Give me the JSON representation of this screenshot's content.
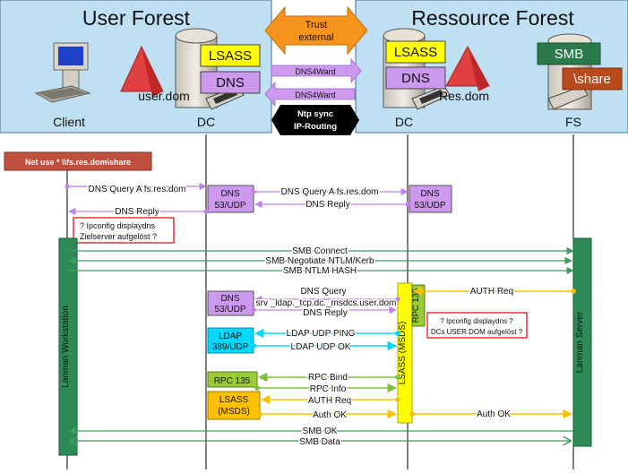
{
  "forests": {
    "user_forest_title": "User Forest",
    "resource_forest_title": "Ressource Forest",
    "user_domain": "user.dom",
    "resource_domain": "Res.dom"
  },
  "trust": {
    "line1": "Trust",
    "line2": "external"
  },
  "links": {
    "dns4ward_right": "DNS4Ward",
    "dns4ward_left": "DNS4Ward",
    "ntp_line1": "Ntp sync",
    "ntp_line2": "IP-Routing"
  },
  "servers": {
    "lsass_user": "LSASS",
    "dns_user": "DNS",
    "lsass_res": "LSASS",
    "dns_res": "DNS",
    "smb": "SMB",
    "share": "\\share"
  },
  "actors": {
    "client": "Client",
    "dc_user": "DC",
    "dc_res": "DC",
    "fs": "FS"
  },
  "command": "Net use * \\\\fs.res.dom\\share",
  "boxes": {
    "dns_udp_user_1_a": "DNS",
    "dns_udp_user_1_b": "53/UDP",
    "dns_udp_res_a": "DNS",
    "dns_udp_res_b": "53/UDP",
    "dns_udp_user_2_a": "DNS",
    "dns_udp_user_2_b": "53/UDP",
    "ldap_a": "LDAP",
    "ldap_b": "389/UDP",
    "rpc135_user": "RPC 135",
    "lsass_msds_a": "LSASS",
    "lsass_msds_b": "(MSDS)",
    "rpc135_res": "RPC 135",
    "lsass_res_vertical": "LSASS (MSDS)",
    "lanman_workstation": "Lanman Workstation",
    "lanman_server": "Lanman Server"
  },
  "notes": {
    "note1_line1": "?  Ipconfig displaydns",
    "note1_line2": "Zielserver aufgelöst ?",
    "note2_line1": "?  Ipconfig displaydns ?",
    "note2_line2": "DCs USER.DOM aufgelöst ?"
  },
  "messages": {
    "dns_query_1": "DNS Query A fs.res.dom",
    "dns_query_2": "DNS Query A fs.res.dom",
    "dns_reply_2": "DNS Reply",
    "dns_reply_1": "DNS Reply",
    "smb_connect": "SMB Connect",
    "smb_negotiate": "SMB Negotiate NTLM/Kerb",
    "smb_ntlm_hash": "SMB NTLM HASH",
    "dns_query_srv_1": "DNS Query",
    "dns_query_srv_2": "srv _ldap._tcp.dc._msdcs.user.dom",
    "dns_reply_srv": "DNS Reply",
    "auth_req_fs": "AUTH Req",
    "ldap_ping": "LDAP UDP PING",
    "ldap_ok": "LDAP UDP OK",
    "rpc_bind": "RPC Bind",
    "rpc_info": "RPC Info",
    "auth_req_dc": "AUTH Req",
    "auth_ok_dc": "Auth OK",
    "auth_ok_fs": "Auth OK",
    "smb_ok": "SMB OK",
    "smb_data": "SMB Data"
  },
  "colors": {
    "forest": "#bfe0f2",
    "orange": "#f7941d",
    "yellow": "#ffff00",
    "lavender": "#cc99ee",
    "lavender_arrow": "#c080f0",
    "cyan": "#00d8ff",
    "green_box": "#99cc33",
    "green_arrow": "#80c040",
    "gold": "#ffc000",
    "lanman": "#2e8b57",
    "smb_dark": "#2a7a4a",
    "brown": "#b84a1c",
    "red": "#e04040",
    "note_border": "#e00000",
    "command_bg": "#c0503c"
  }
}
